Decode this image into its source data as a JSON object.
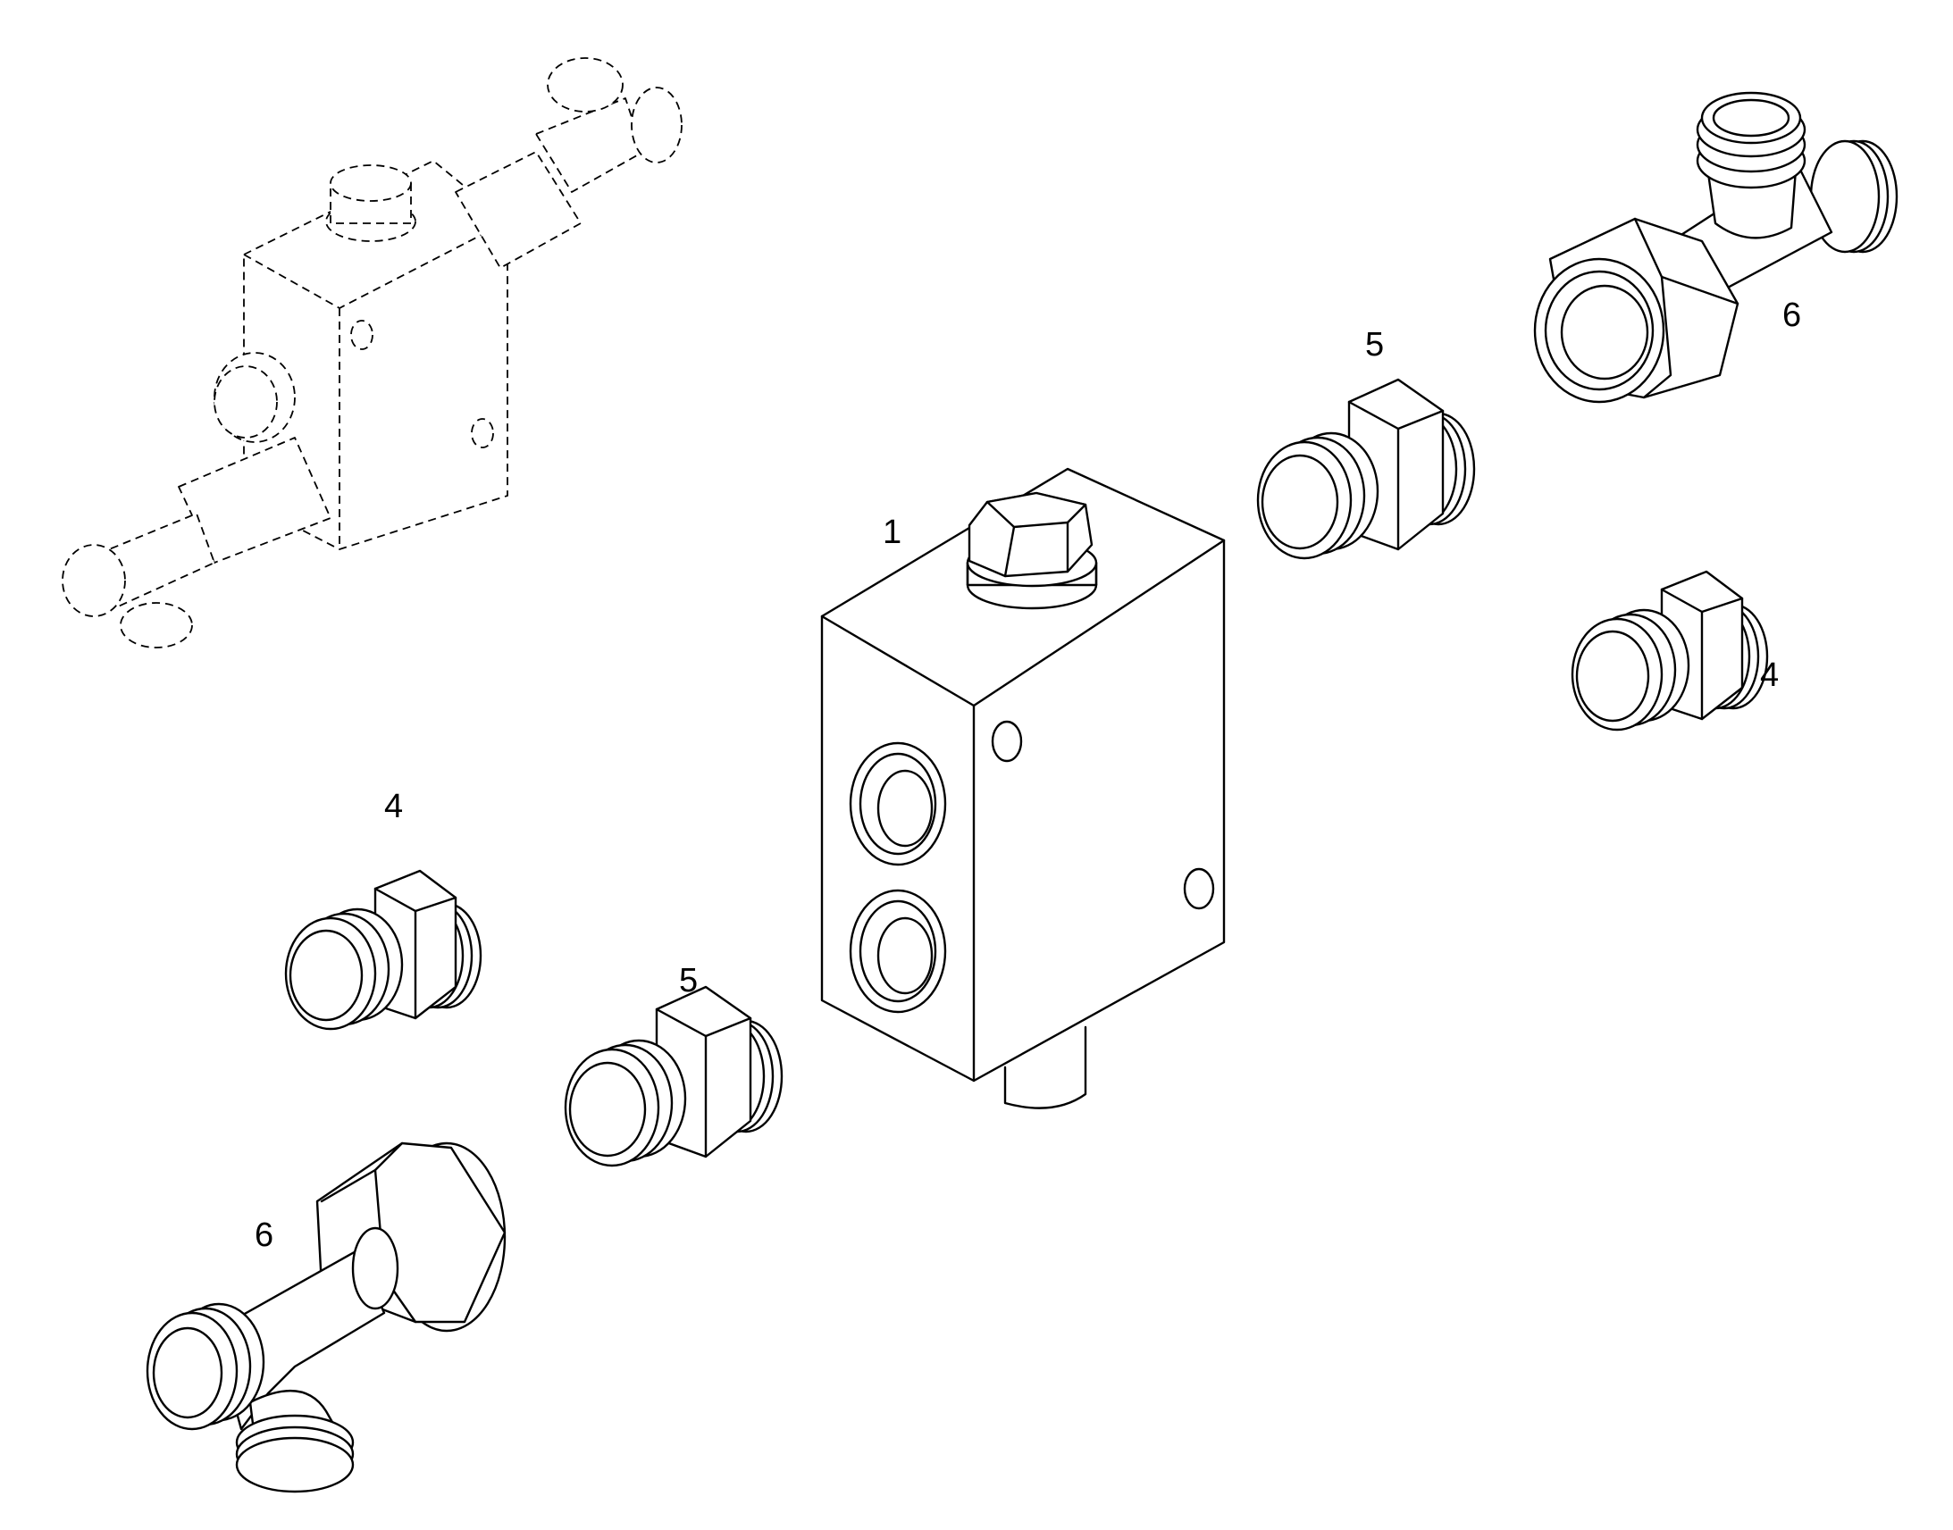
{
  "diagram": {
    "callouts": {
      "valve_block": "1",
      "adapter_left": "4",
      "adapter_right": "4",
      "connector_left": "5",
      "connector_right": "5",
      "tee_left": "6",
      "tee_right": "6"
    },
    "colors": {
      "line": "#000000",
      "background": "#ffffff"
    }
  }
}
